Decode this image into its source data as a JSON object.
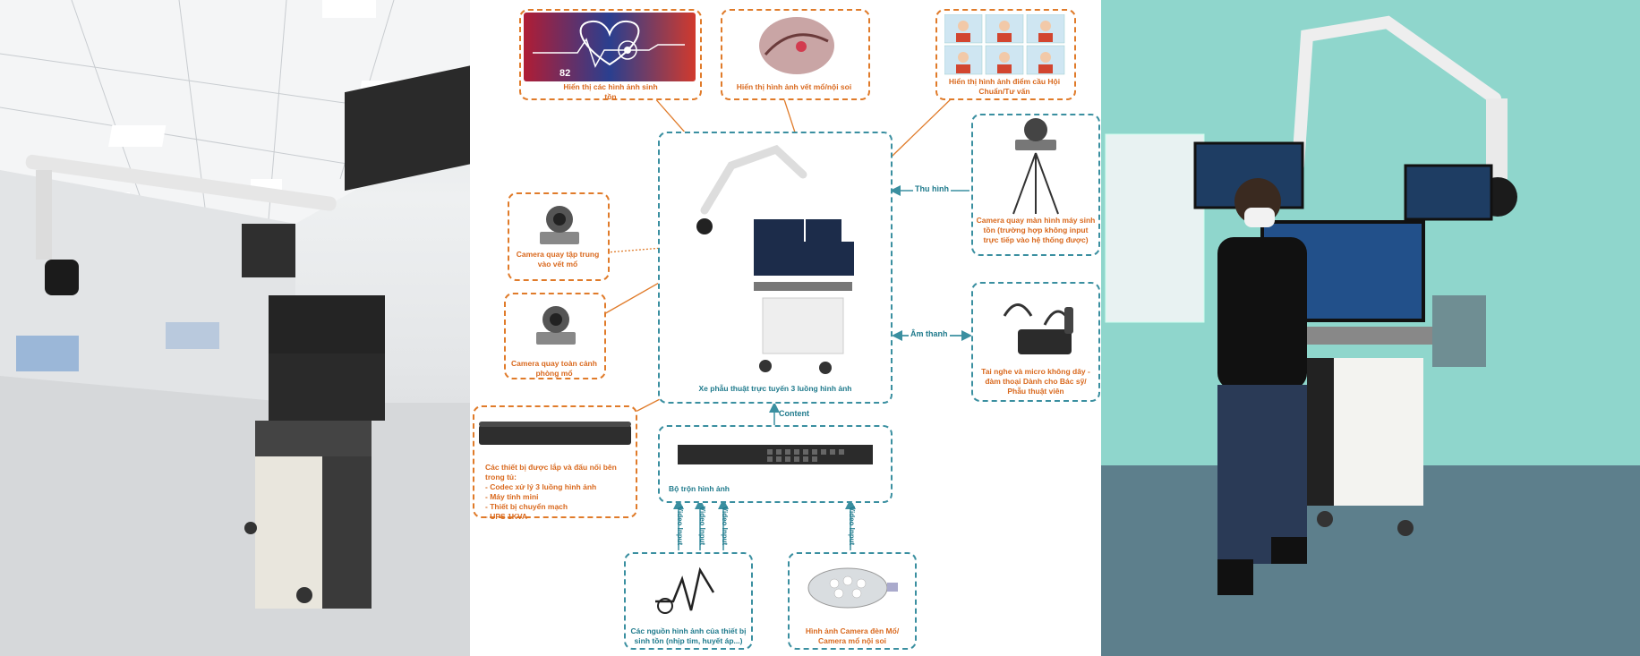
{
  "diagram": {
    "nodes": {
      "vital_display": "Hiển thị các hình ảnh sinh tồn",
      "vital_icon_text": "82",
      "endoscope_display": "Hiển thị hình ảnh vết mổ/nội soi",
      "consult_display": "Hiển thị hình ảnh điểm cầu Hội Chuẩn/Tư vấn",
      "camera_focus": "Camera quay tập trung vào vết mổ",
      "camera_room": "Camera quay toàn cảnh phòng mổ",
      "cart": "Xe phẫu thuật trực tuyến 3 luồng hình ảnh",
      "camera_vital_screen": "Camera quay màn hình máy sinh tồn (trường hợp không input trực tiếp vào hệ thống được)",
      "headset": "Tai nghe và micro không dây - đàm thoại Dành cho Bác sỹ/ Phẫu thuật viên",
      "cabinet_title": "Các thiết bị được lắp và đấu nối bên trong tủ:",
      "cabinet_items": [
        "- Codec xử lý 3 luồng hình ảnh",
        "- Máy tính mini",
        "- Thiết bị chuyển mạch",
        "- UPS 1KVA"
      ],
      "mixer": "Bộ trộn hình ảnh",
      "vital_sources": "Các nguồn hình ảnh của thiết bị sinh tồn (nhịp tim, huyết áp...)",
      "surgical_light": "Hình ảnh Camera đèn Mổ/ Camera mổ nội soi"
    },
    "edges": {
      "thu_hinh": "Thu hình",
      "am_thanh": "Âm thanh",
      "content": "Content",
      "video_input": "Video Input"
    },
    "colors": {
      "orange": "#e07b2a",
      "teal": "#3a8fa0"
    }
  },
  "photos": {
    "left": "operating room with telemedicine cart",
    "right": "man standing next to telemedicine cart"
  }
}
